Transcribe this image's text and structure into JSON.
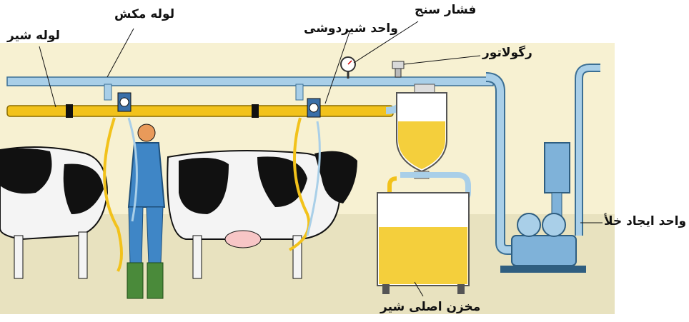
{
  "labels": {
    "milk_pipe": "لوله شیر",
    "vacuum_pipe": "لوله مکش",
    "milking_unit": "واحد شیردوشی",
    "pressure_gauge": "فشار سنج",
    "regulator": "رگولاتور",
    "vacuum_unit": "واحد ایجاد خلأ",
    "main_milk_tank": "مخزن اصلی شیر"
  },
  "colors": {
    "milk_pipe": "#f2c21b",
    "vacuum_pipe": "#a9cfe8",
    "pipe_outline": "#3b6f94",
    "barn_floor": "#e8e2bf",
    "barn_wall": "#f7f1d2",
    "cow_black": "#111111",
    "cow_white": "#f4f4f4",
    "milker_suit": "#3f86c6",
    "boots": "#4a8a3a",
    "tank_body": "#f4cf3c",
    "pump_body": "#7fb2d9"
  }
}
